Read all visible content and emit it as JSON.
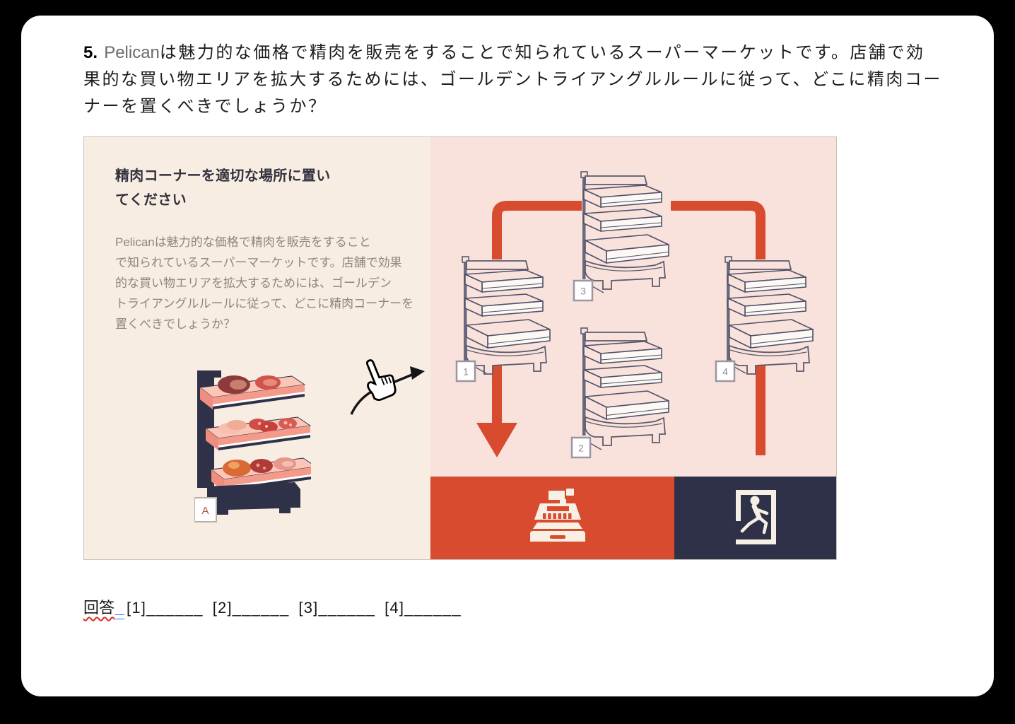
{
  "question": {
    "number": "5.",
    "brand": "Pelican",
    "line1_rest": "は魅力的な価格で精肉を販売をすることで知られているスーパーマーケットです。店舗で効",
    "line2": "果的な買い物エリアを拡大するためには、ゴールデントライアングルルールに従って、どこに精肉コー",
    "line3": "ナーを置くべきでしょうか？"
  },
  "illustration": {
    "title_line1": "精肉コーナーを適切な場所に置い",
    "title_line2": "てください",
    "body_line1": "Pelicanは魅力的な価格で精肉を販売をすること",
    "body_line2": "で知られているスーパーマーケットです。店舗で効果",
    "body_line3": "的な買い物エリアを拡大するためには、ゴールデン",
    "body_line4": "トライアングルルールに従って、どこに精肉コーナーを",
    "body_line5": "置くべきでしょうか？",
    "meat_shelf_label": "A",
    "shelf1_label": "1",
    "shelf2_label": "2",
    "shelf3_label": "3",
    "shelf4_label": "4",
    "colors": {
      "accent": "#d94b2f",
      "navy": "#2e3147",
      "cream": "#f7ede2",
      "pink": "#f9e2db"
    }
  },
  "answer": {
    "label": "回答",
    "items": [
      {
        "bracket": "[1]",
        "blank": "______"
      },
      {
        "bracket": "[2]",
        "blank": "______"
      },
      {
        "bracket": "[3]",
        "blank": "______"
      },
      {
        "bracket": "[4]",
        "blank": "______"
      }
    ]
  }
}
